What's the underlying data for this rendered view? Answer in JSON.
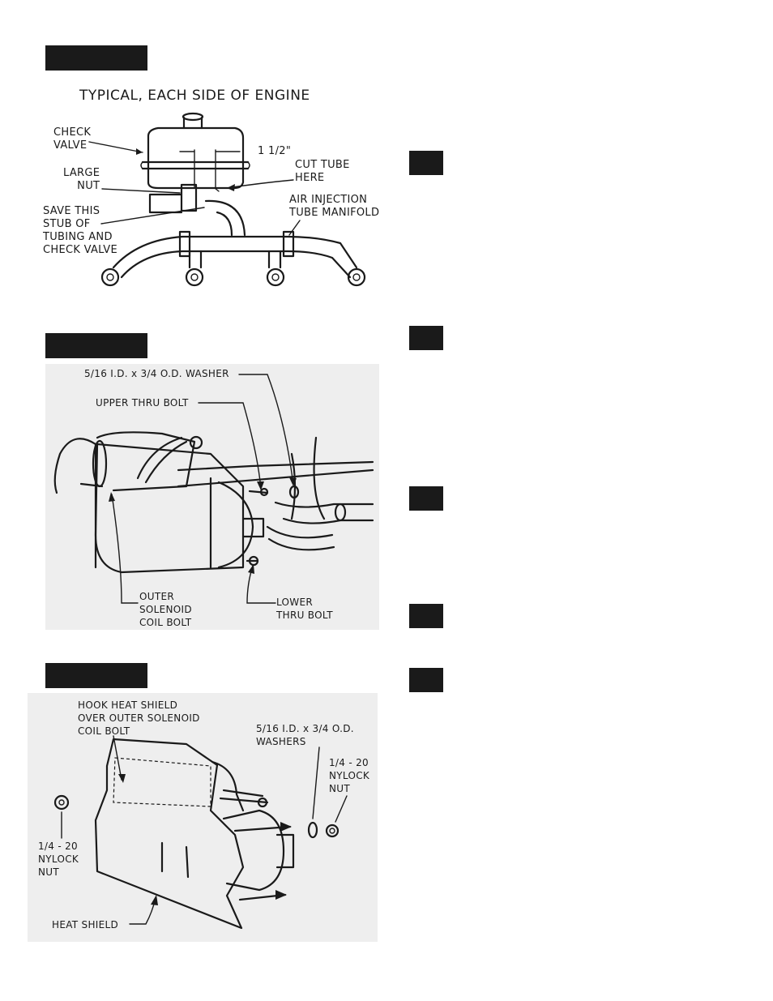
{
  "figure1": {
    "title": "TYPICAL, EACH SIDE OF ENGINE",
    "labels": {
      "check_valve": "CHECK\nVALVE",
      "dimension": "1 1/2\"",
      "large_nut": "LARGE\nNUT",
      "cut_tube": "CUT TUBE\nHERE",
      "save_stub": "SAVE THIS\nSTUB OF\nTUBING AND\nCHECK VALVE",
      "air_injection": "AIR INJECTION\nTUBE MANIFOLD"
    }
  },
  "figure2": {
    "labels": {
      "washer": "5/16 I.D. x 3/4 O.D. WASHER",
      "upper_thru_bolt": "UPPER THRU BOLT",
      "outer_solenoid": "OUTER\nSOLENOID\nCOIL BOLT",
      "lower_thru_bolt": "LOWER\nTHRU BOLT"
    }
  },
  "figure3": {
    "labels": {
      "hook_heat_shield": "HOOK HEAT SHIELD\nOVER OUTER SOLENOID\nCOIL BOLT",
      "washers": "5/16 I.D. x 3/4 O.D.\nWASHERS",
      "nylock_right": "1/4 - 20\nNYLOCK\nNUT",
      "nylock_left": "1/4 - 20\nNYLOCK\nNUT",
      "heat_shield": "HEAT SHIELD"
    }
  },
  "colors": {
    "ink": "#1a1a1a",
    "panel": "#eeeeee",
    "paper": "#ffffff"
  }
}
